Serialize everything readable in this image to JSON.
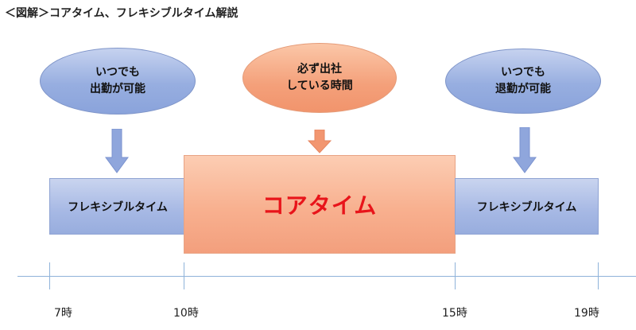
{
  "title": "＜図解＞コアタイム、フレキシブルタイム解説",
  "callouts": {
    "left": {
      "line1": "いつでも",
      "line2": "出勤が可能"
    },
    "center": {
      "line1": "必ず出社",
      "line2": "している時間"
    },
    "right": {
      "line1": "いつでも",
      "line2": "退勤が可能"
    }
  },
  "bars": {
    "left_flex": "フレキシブルタイム",
    "core": "コアタイム",
    "right_flex": "フレキシブルタイム"
  },
  "timeline": {
    "ticks": [
      "7時",
      "10時",
      "15時",
      "19時"
    ]
  },
  "colors": {
    "blue_fill": "#a6b8e4",
    "orange_fill": "#f8b08f",
    "core_text": "#e8141a",
    "arrow_blue": "#8fa6dc",
    "arrow_orange": "#f29670",
    "axis": "#8fb3da"
  }
}
